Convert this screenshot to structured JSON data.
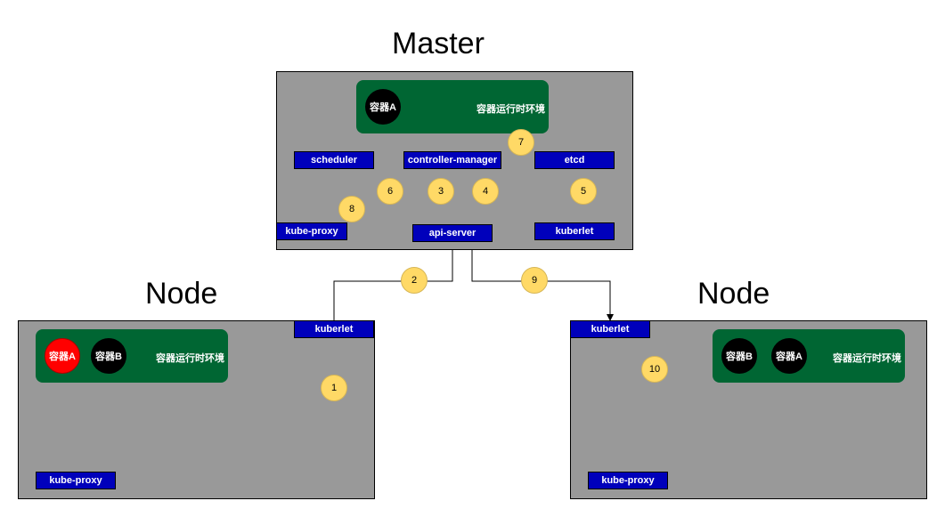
{
  "master": {
    "title": "Master",
    "runtime": {
      "label": "容器运行时环境",
      "containers": [
        {
          "label": "容器A",
          "color": "#000000"
        }
      ]
    },
    "components": {
      "scheduler": "scheduler",
      "controller_manager": "controller-manager",
      "etcd": "etcd",
      "kube_proxy": "kube-proxy",
      "api_server": "api-server",
      "kuberlet": "kuberlet"
    }
  },
  "node_left": {
    "title": "Node",
    "kuberlet": "kuberlet",
    "kube_proxy": "kube-proxy",
    "runtime": {
      "label": "容器运行时环境",
      "containers": [
        {
          "label": "容器A",
          "color": "#ff0000"
        },
        {
          "label": "容器B",
          "color": "#000000"
        }
      ]
    }
  },
  "node_right": {
    "title": "Node",
    "kuberlet": "kuberlet",
    "kube_proxy": "kube-proxy",
    "runtime": {
      "label": "容器运行时环境",
      "containers": [
        {
          "label": "容器B",
          "color": "#000000"
        },
        {
          "label": "容器A",
          "color": "#000000"
        }
      ]
    }
  },
  "steps": [
    "1",
    "2",
    "3",
    "4",
    "5",
    "6",
    "7",
    "8",
    "9",
    "10"
  ],
  "colors": {
    "panel": "#999999",
    "runtime": "#006633",
    "component": "#0000bb",
    "step": "#ffd966",
    "container_highlight": "#ff0000"
  }
}
